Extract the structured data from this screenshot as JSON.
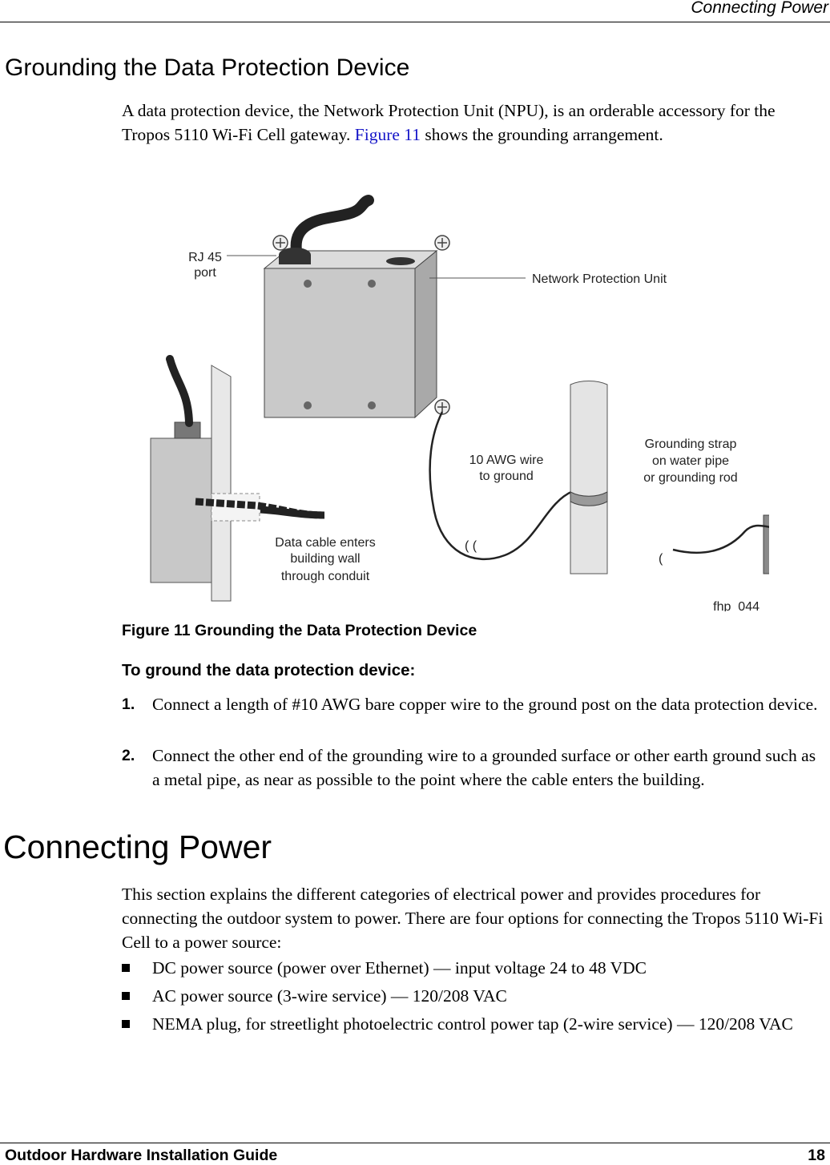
{
  "header": {
    "title": "Connecting Power"
  },
  "section": {
    "heading": "Grounding the Data Protection Device",
    "intro_before": "A data protection device, the Network Protection Unit (NPU), is an orderable accessory for the Tropos 5110 Wi-Fi Cell gateway. ",
    "intro_link": "Figure 11",
    "intro_after": " shows the grounding arrangement."
  },
  "figure": {
    "labels": {
      "rj45_line1": "RJ 45",
      "rj45_line2": "port",
      "npu": "Network Protection Unit",
      "wire_line1": "10 AWG wire",
      "wire_line2": "to ground",
      "strap_line1": "Grounding strap",
      "strap_line2": "on water pipe",
      "strap_line3": "or grounding rod",
      "cable_line1": "Data cable enters",
      "cable_line2": "building wall",
      "cable_line3": "through conduit",
      "code": "fhp_044"
    },
    "caption": "Figure 11  Grounding the Data Protection Device"
  },
  "procedure": {
    "title": "To ground the data protection device:",
    "steps": [
      {
        "num": "1.",
        "text": "Connect a length of #10 AWG bare copper wire to the ground post on the data protection device."
      },
      {
        "num": "2.",
        "text": "Connect the other end of the grounding wire to a grounded surface or other earth ground such as a metal pipe, as near as possible to the point where the cable enters the building."
      }
    ]
  },
  "power": {
    "heading": "Connecting Power",
    "intro": "This section explains the different categories of electrical power and provides procedures for connecting the outdoor system to power. There are four options for connecting the Tropos 5110 Wi-Fi Cell to a power source:",
    "bullets": [
      "DC power source (power over Ethernet) — input voltage 24 to 48 VDC",
      "AC power source (3-wire service) — 120/208 VAC",
      "NEMA plug, for streetlight photoelectric control power tap (2-wire service) — 120/208 VAC"
    ]
  },
  "footer": {
    "left": "Outdoor Hardware Installation Guide",
    "page": "18"
  }
}
